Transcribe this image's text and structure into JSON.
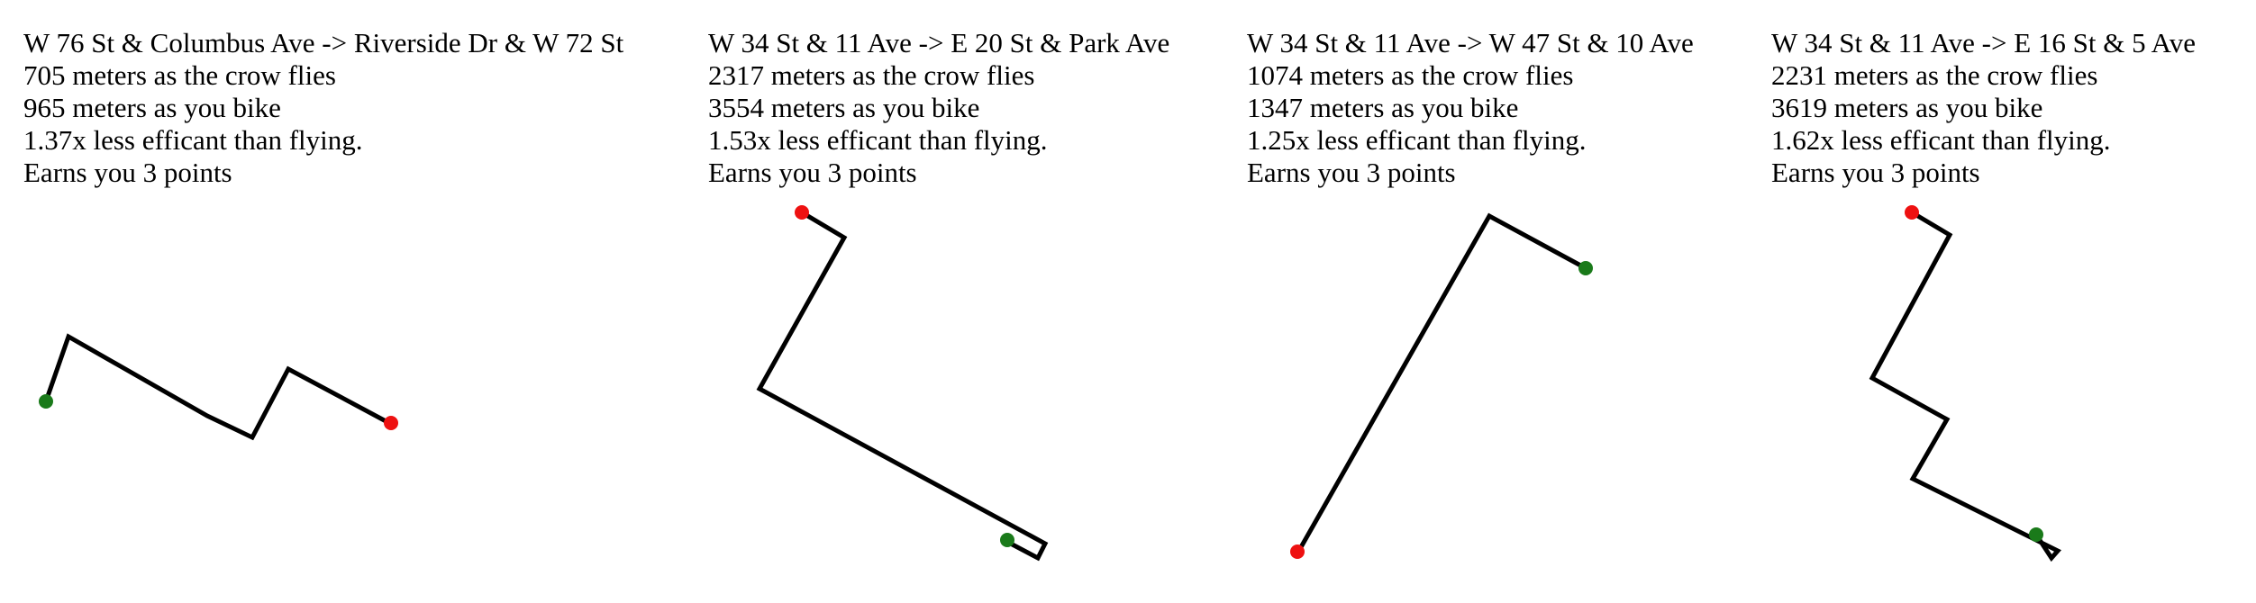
{
  "colors": {
    "route": "#000000",
    "start": "#1a7a1a",
    "end": "#ee1111"
  },
  "routes": [
    {
      "title": "W 76 St & Columbus Ave -> Riverside Dr & W 72 St",
      "crow": "705 meters as the crow flies",
      "bike": "965 meters as you bike",
      "efficiency": "1.37x less efficant than flying.",
      "points": "Earns you 3 points"
    },
    {
      "title": "W 34 St & 11 Ave -> E 20 St & Park Ave",
      "crow": "2317 meters as the crow flies",
      "bike": "3554 meters as you bike",
      "efficiency": "1.53x less efficant than flying.",
      "points": "Earns you 3 points"
    },
    {
      "title": "W 34 St & 11 Ave -> W 47 St & 10 Ave",
      "crow": "1074 meters as the crow flies",
      "bike": "1347 meters as you bike",
      "efficiency": "1.25x less efficant than flying.",
      "points": "Earns you 3 points"
    },
    {
      "title": "W 34 St & 11 Ave -> E 16 St & 5 Ave",
      "crow": "2231 meters as the crow flies",
      "bike": "3619 meters as you bike",
      "efficiency": "1.62x less efficant than flying.",
      "points": "Earns you 3 points"
    }
  ]
}
